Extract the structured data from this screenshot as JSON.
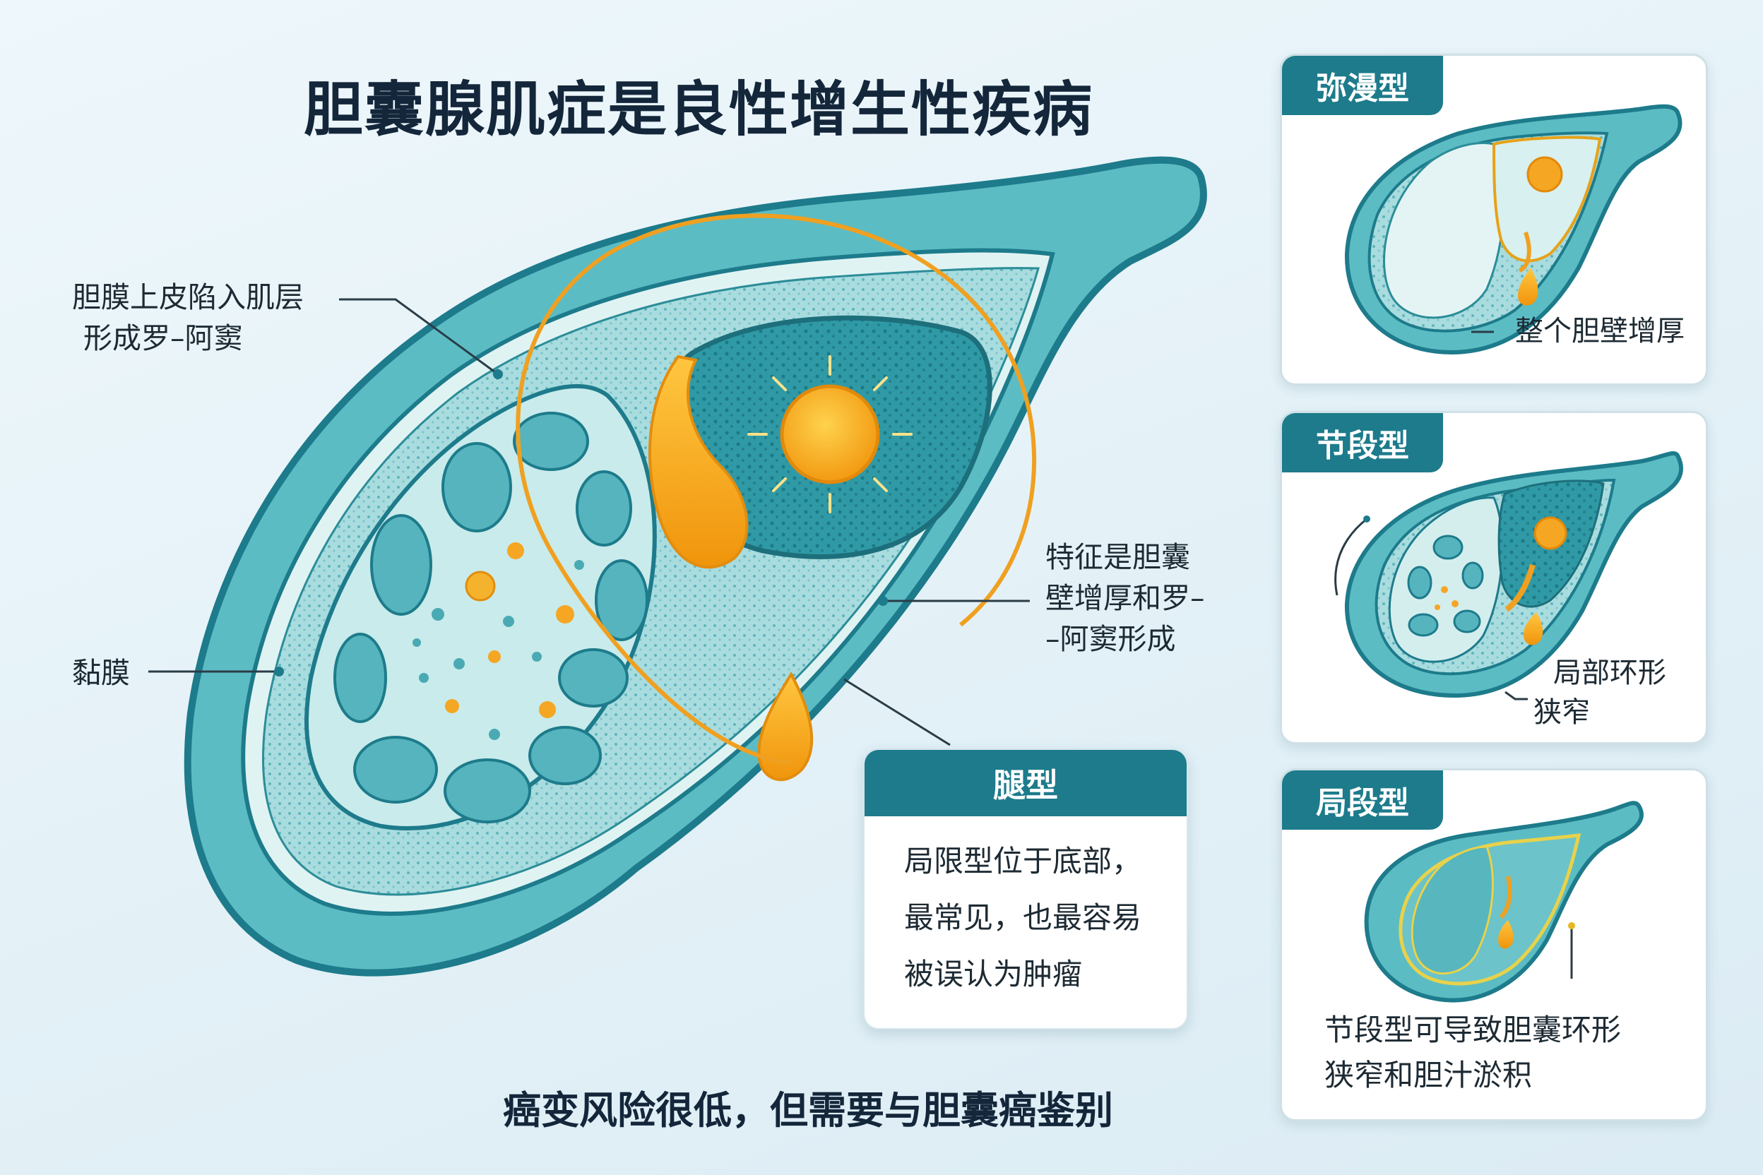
{
  "title": "胆囊腺肌症是良性增生性疾病",
  "labels": {
    "epithelium_line1": "胆膜上皮陷入肌层",
    "epithelium_line2": "形成罗–阿窦",
    "mucosa": "黏膜",
    "feature_line1": "特征是胆囊",
    "feature_line2": "壁增厚和罗–",
    "feature_line3": "–阿窦形成"
  },
  "callout": {
    "title": "腿型",
    "lines": [
      "局限型位于底部，",
      "最常见，也最容易",
      "被误认为肿瘤"
    ]
  },
  "bottom_text": "癌变风险很低，但需要与胆囊癌鉴别",
  "panels": [
    {
      "title": "弥漫型",
      "lines": [
        "整个胆壁增厚"
      ]
    },
    {
      "title": "节段型",
      "lines": [
        "局部环形",
        "狭窄"
      ]
    },
    {
      "title": "局段型",
      "lines": [
        "节段型可导致胆囊环形",
        "狭窄和胆汁淤积"
      ]
    }
  ],
  "colors": {
    "teal_dark": "#1d7b8b",
    "teal_mid": "#5cbcc4",
    "teal_light": "#bfe6e8",
    "gold": "#f5a623",
    "background": "#e6f3f8"
  }
}
